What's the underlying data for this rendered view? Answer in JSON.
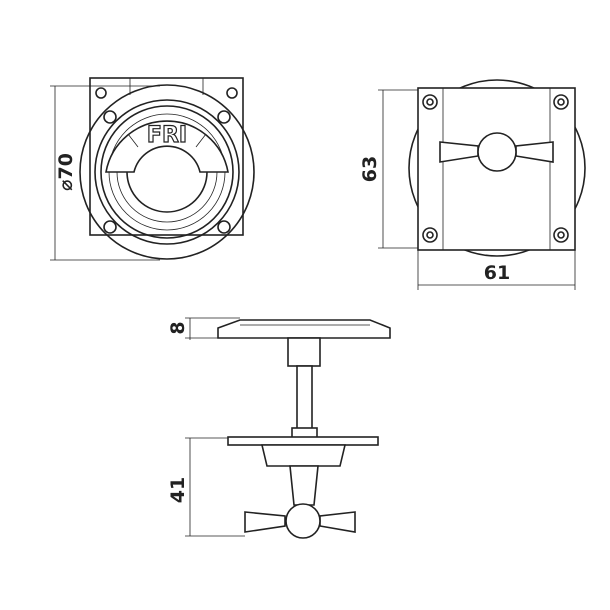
{
  "drawing": {
    "front_view": {
      "indicator_text": "FRI",
      "diameter_label": "⌀70"
    },
    "back_view": {
      "height_label": "63",
      "width_label": "61"
    },
    "side_view": {
      "flange_thickness_label": "8",
      "handle_depth_label": "41"
    }
  }
}
